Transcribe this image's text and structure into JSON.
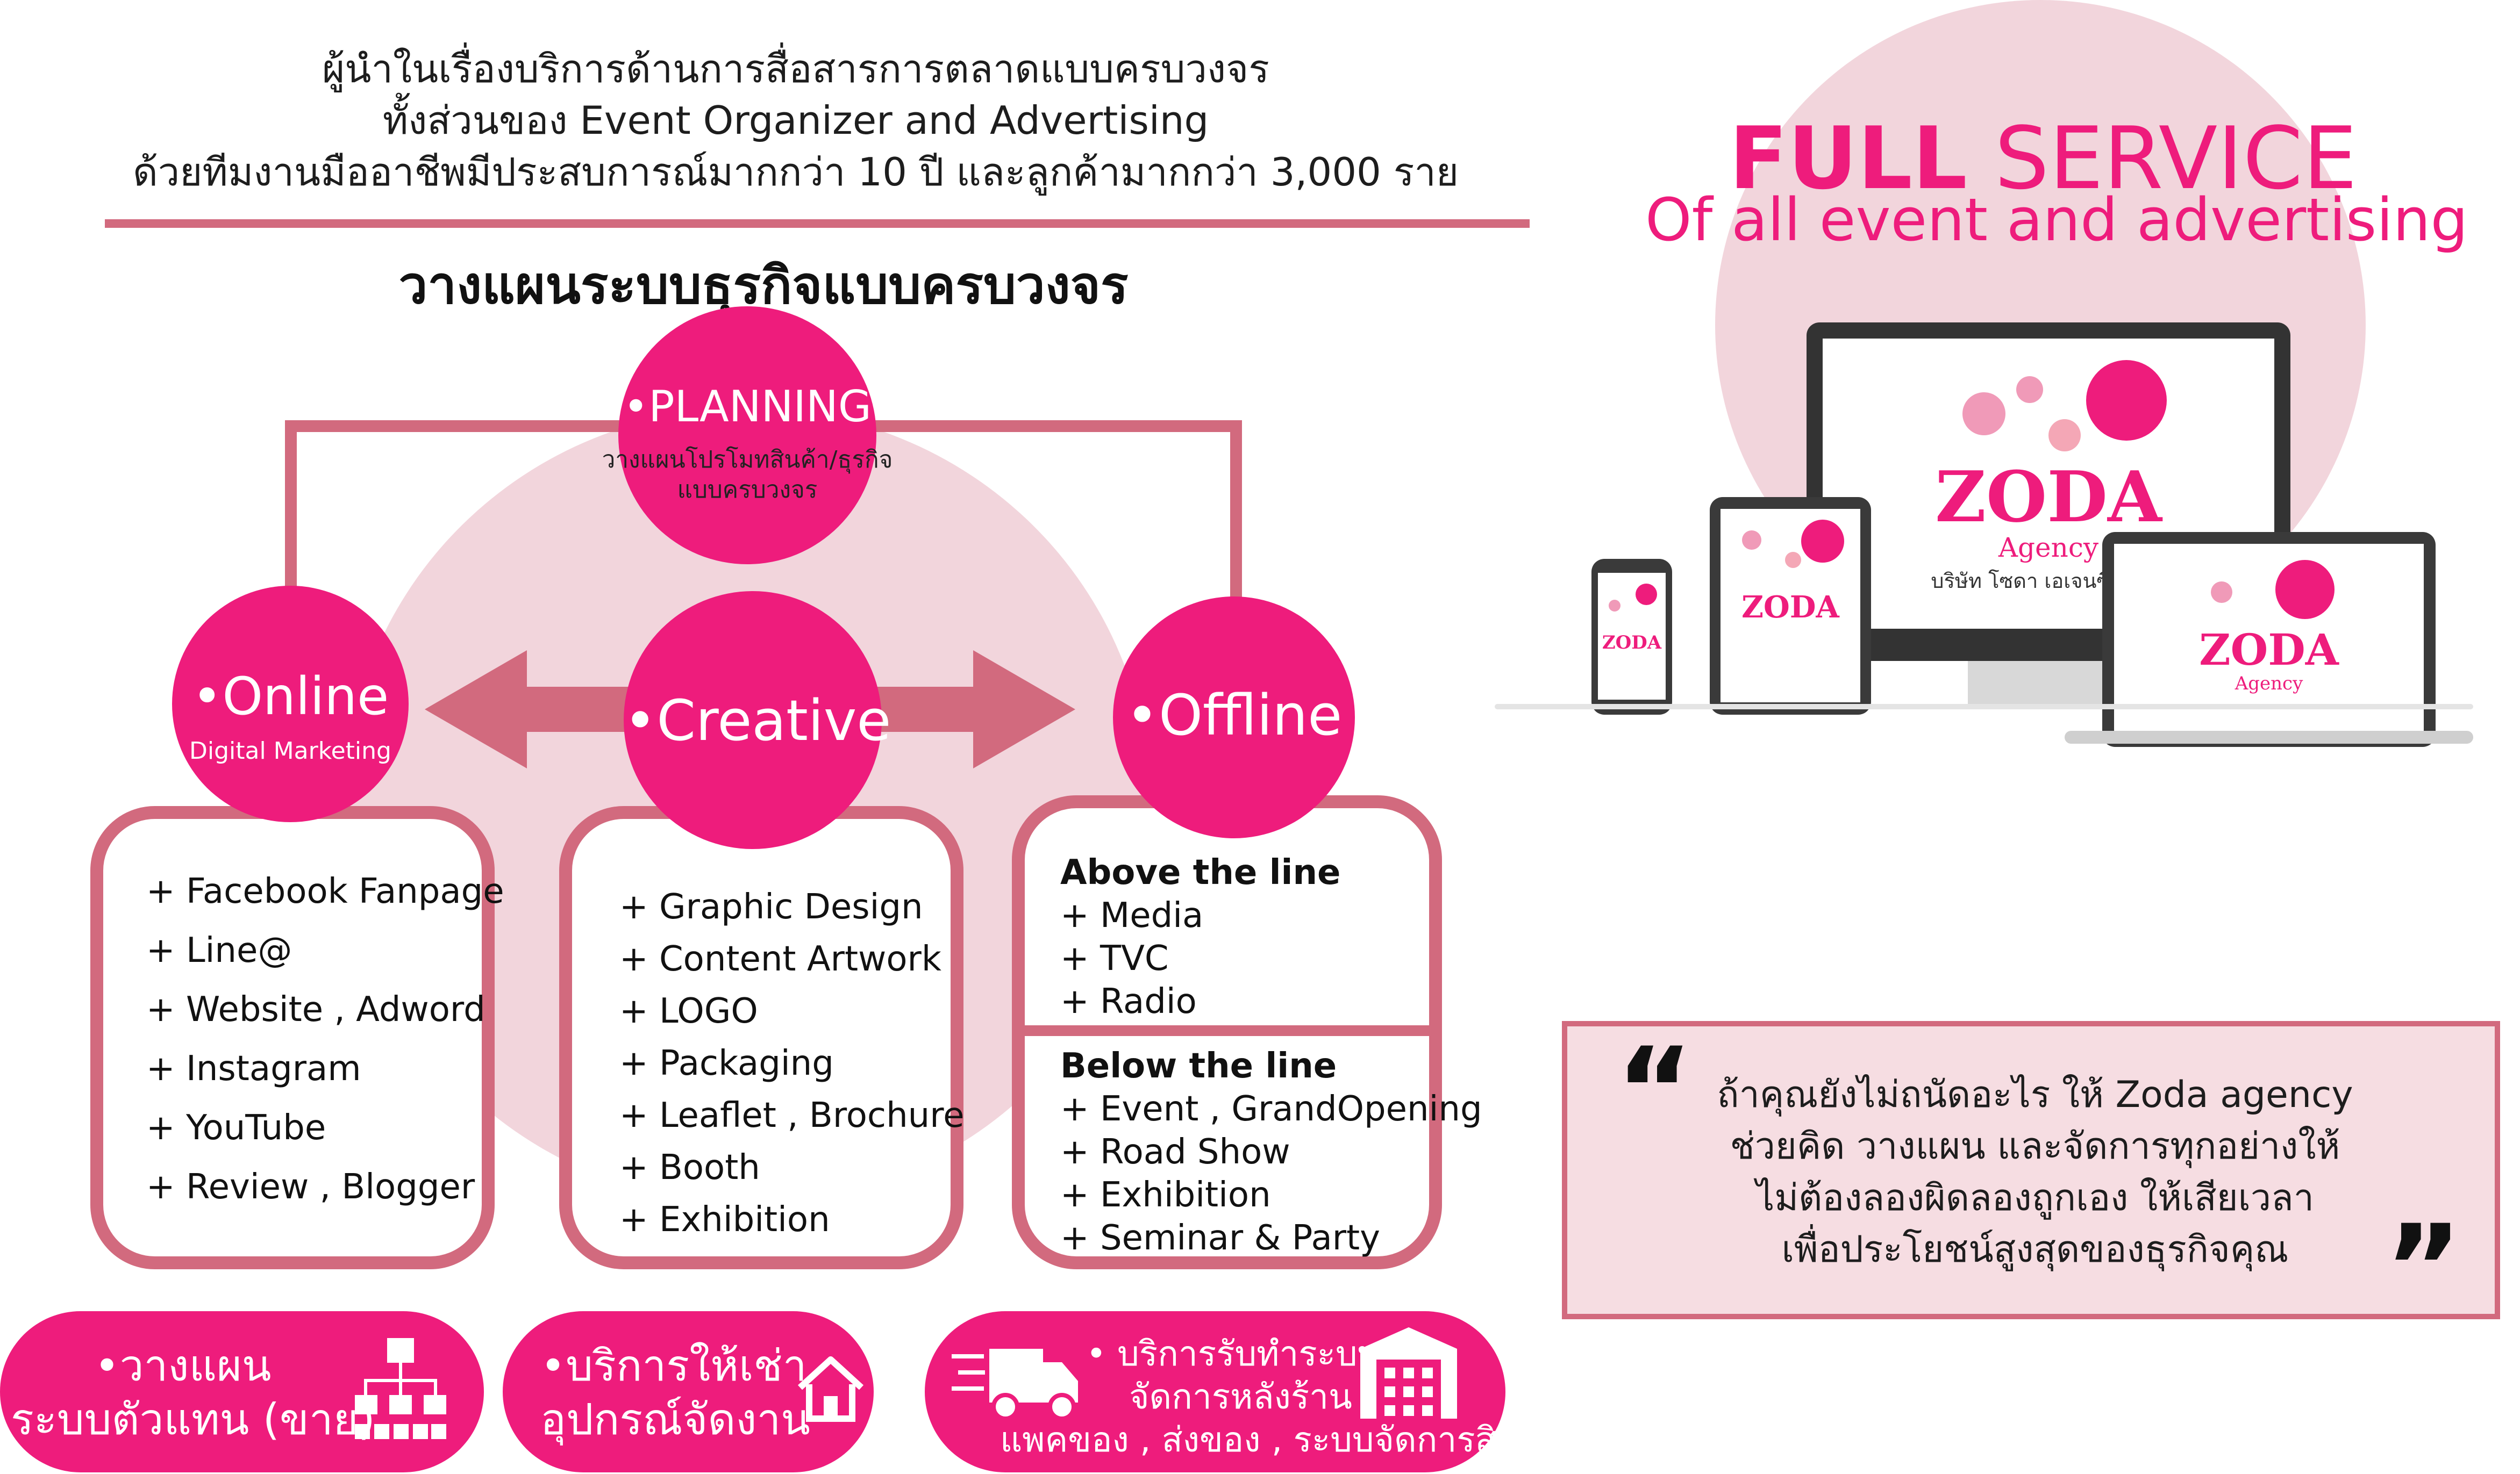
{
  "intro": {
    "line1": "ผู้นำในเรื่องบริการด้านการสื่อสารการตลาดแบบครบวงจร",
    "line2": "ทั้งส่วนของ Event Organizer and Advertising",
    "line3": "ด้วยทีมงานมืออาชีพมีประสบการณ์มากกว่า 10 ปี และลูกค้ามากกว่า 3,000 ราย"
  },
  "diagram": {
    "title": "วางแผนระบบธุรกิจแบบครบวงจร",
    "planning": {
      "label": "•PLANNING",
      "sub1": "วางแผนโปรโมทสินค้า/ธุรกิจ",
      "sub2": "แบบครบวงจร"
    },
    "online": {
      "label": "•Online",
      "sub": "Digital  Marketing"
    },
    "creative": {
      "label": "•Creative"
    },
    "offline": {
      "label": "•Offline"
    },
    "online_items": [
      "+ Facebook Fanpage",
      "+ Line@",
      "+ Website , Adword",
      "+ Instagram",
      "+ YouTube",
      "+ Review , Blogger"
    ],
    "creative_items": [
      "+ Graphic Design",
      "+ Content Artwork",
      "+ LOGO",
      "+ Packaging",
      "+ Leaflet , Brochure",
      "+ Booth",
      "+ Exhibition"
    ],
    "above": {
      "heading": "Above  the line",
      "items": [
        "+ Media",
        "+ TVC",
        "+ Radio"
      ]
    },
    "below": {
      "heading": "Below  the line",
      "items": [
        "+ Event , GrandOpening",
        "+ Road Show",
        "+ Exhibition",
        "+ Seminar & Party"
      ]
    }
  },
  "services": {
    "agent": {
      "line1": "•วางแผน",
      "line2": "ระบบตัวแทน (ขาย)",
      "icon": "org-chart-icon"
    },
    "rental": {
      "line1": "•บริการให้เช่า",
      "line2": "อุปกรณ์จัดงาน",
      "icon": "house-icon"
    },
    "fulfillment": {
      "line1": "•  บริการรับทำระบบ",
      "line2": "จัดการหลังร้าน",
      "line3": "แพคของ , ส่งของ , ระบบจัดการสินค้า",
      "icon1": "delivery-truck-icon",
      "icon2": "warehouse-icon"
    }
  },
  "hero": {
    "full": "FULL",
    "service": " SERVICE",
    "tagline": "Of all event and advertising",
    "brand": "ZODA",
    "brand_sub": "Agency",
    "company": "บริษัท โซดา เอเจนซี่ จำกัด"
  },
  "quote": {
    "open_mark": "“",
    "close_mark": "”",
    "lines": [
      "ถ้าคุณยังไม่ถนัดอะไร ให้ Zoda agency",
      "ช่วยคิด วางแผน และจัดการทุกอย่างให้",
      "ไม่ต้องลองผิดลองถูกเอง ให้เสียเวลา",
      "เพื่อประโยชน์สูงสุดของธุรกิจคุณ"
    ]
  },
  "colors": {
    "accent": "#ee1c7c",
    "frame": "#d26a7e",
    "soft": "#f2d5dc"
  }
}
